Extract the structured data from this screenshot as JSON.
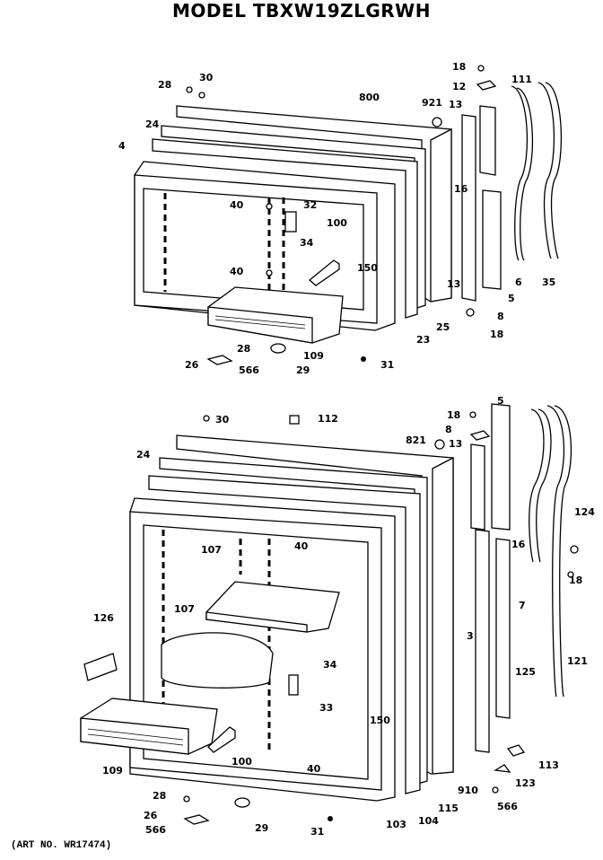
{
  "title": "MODEL TBXW19ZLGRWH",
  "art_number": "(ART NO. WR17474)",
  "top_door_labels": [
    "18",
    "111",
    "28",
    "30",
    "12",
    "800",
    "921",
    "13",
    "24",
    "4",
    "16",
    "40",
    "32",
    "34",
    "100",
    "40",
    "150",
    "6",
    "35",
    "13",
    "25",
    "23",
    "8",
    "18",
    "109",
    "29",
    "31",
    "28",
    "26",
    "566",
    "5"
  ],
  "bottom_door_labels": [
    "30",
    "112",
    "18",
    "821",
    "8",
    "13",
    "5",
    "24",
    "40",
    "107",
    "16",
    "124",
    "18",
    "126",
    "107",
    "3",
    "7",
    "125",
    "121",
    "34",
    "33",
    "150",
    "40",
    "109",
    "100",
    "113",
    "123",
    "910",
    "28",
    "26",
    "566",
    "29",
    "31",
    "103",
    "104",
    "115",
    "566"
  ]
}
